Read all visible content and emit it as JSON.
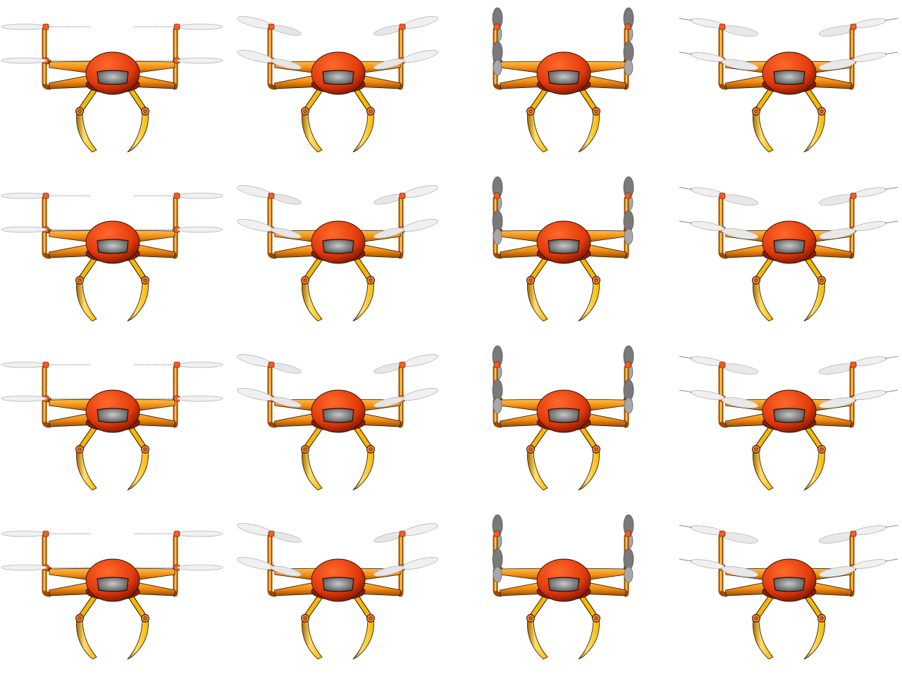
{
  "sprite_sheet": {
    "rows": 4,
    "columns": 4,
    "subject": "quadcopter-drone",
    "colors": {
      "body": "#e23a0c",
      "body_highlight": "#ff6a2a",
      "body_shadow": "#8c1c00",
      "arm": "#f08a10",
      "arm_highlight": "#ffc04a",
      "arm_shadow": "#9a4a00",
      "leg": "#f5b800",
      "leg_highlight": "#ffe070",
      "leg_shadow": "#a06a00",
      "joint": "#f08030",
      "motor": "#ff5a1e",
      "window": "#555555",
      "window_highlight": "#c8c8c8",
      "propeller": "#f0f0f0",
      "propeller_dark": "#7a7a7a",
      "outline": "#2a1200"
    },
    "propeller_views": [
      "edge-horizontal",
      "tilted",
      "face-vertical",
      "tilted-other"
    ]
  }
}
